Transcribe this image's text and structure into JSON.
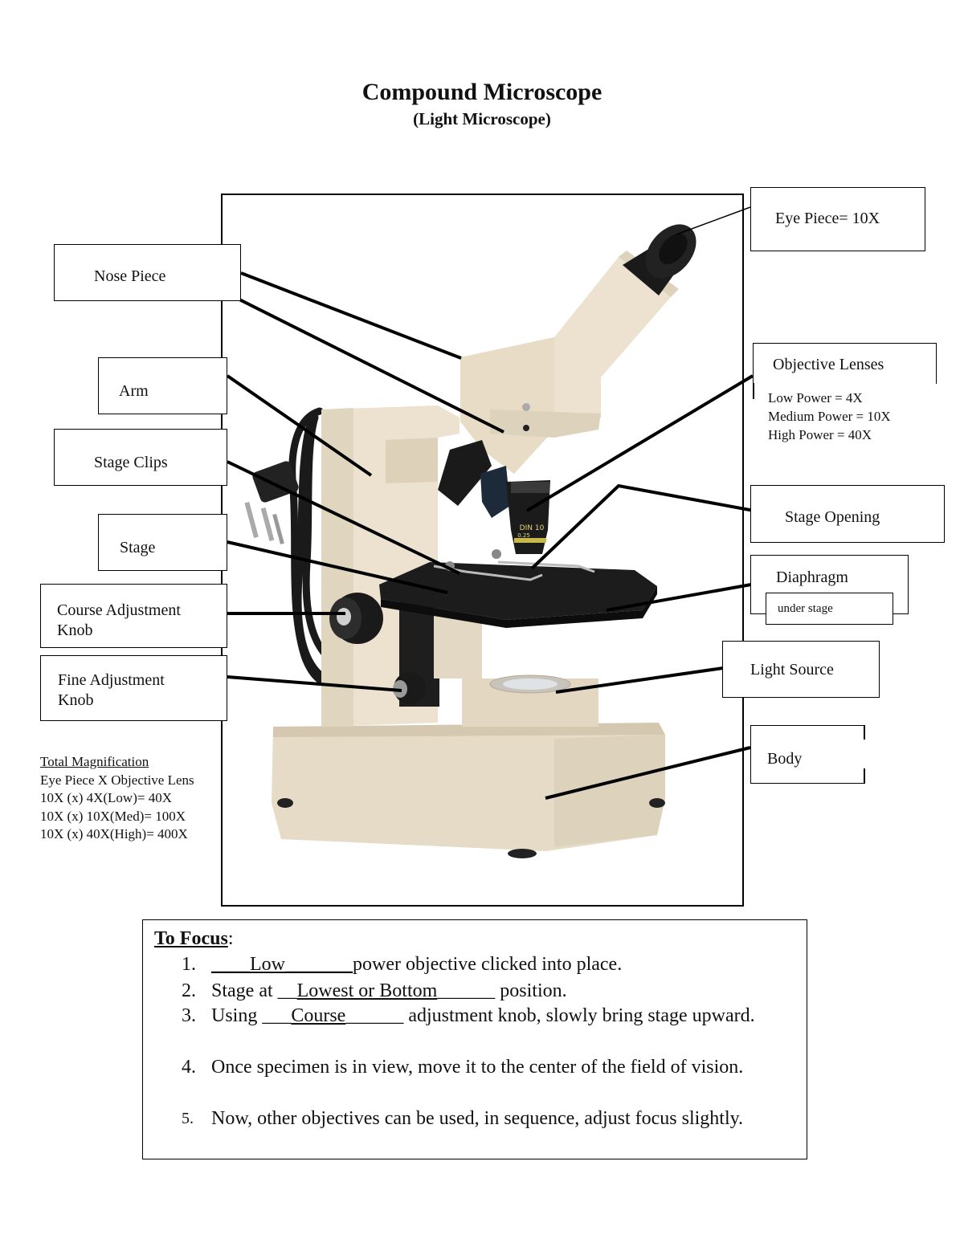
{
  "title": "Compound Microscope",
  "subtitle": "(Light Microscope)",
  "labels": {
    "eye_piece": "Eye Piece= 10X",
    "nose_piece": "Nose Piece",
    "arm": "Arm",
    "stage_clips": "Stage Clips",
    "stage": "Stage",
    "course_knob_1": "Course Adjustment",
    "course_knob_2": "Knob",
    "fine_knob_1": "Fine Adjustment",
    "fine_knob_2": "Knob",
    "objective_lenses": "Objective Lenses",
    "low_power": "Low Power = 4X",
    "medium_power": "Medium Power = 10X",
    "high_power": "High Power = 40X",
    "stage_opening": "Stage Opening",
    "diaphragm": "Diaphragm",
    "under_stage": "under stage",
    "light_source": "Light Source",
    "body": "Body"
  },
  "magnification": {
    "heading": "Total Magnification",
    "formula": "Eye Piece X Objective Lens",
    "low": "10X (x) 4X(Low)= 40X",
    "med": "10X (x) 10X(Med)= 100X",
    "high": "10X (x) 40X(High)= 400X"
  },
  "focus": {
    "heading": "To Focus",
    "colon": ":",
    "steps": [
      {
        "num": "1.",
        "pre": "____",
        "answer": "Low",
        "post_blank": "_______",
        "rest": "power objective clicked into place."
      },
      {
        "num": "2.",
        "pre": "Stage at __",
        "answer": "Lowest or Bottom",
        "post_blank": "______",
        "rest": " position."
      },
      {
        "num": "3.",
        "pre": "Using ___",
        "answer": "Course",
        "post_blank": "______",
        "rest": " adjustment knob, slowly bring stage upward."
      },
      {
        "num": "4.",
        "text": "Once specimen is in view, move it to the center of the field of vision."
      },
      {
        "num": "5.",
        "text": "Now, other objectives can be used, in sequence, adjust focus slightly."
      }
    ]
  },
  "photo_text": {
    "objective_marking_1": "DIN 10",
    "objective_marking_2": "0.25"
  },
  "colors": {
    "body_beige": "#e9dfcc",
    "body_shadow": "#cfc3ad",
    "stage_black": "#1b1b1b",
    "line": "#000000"
  }
}
